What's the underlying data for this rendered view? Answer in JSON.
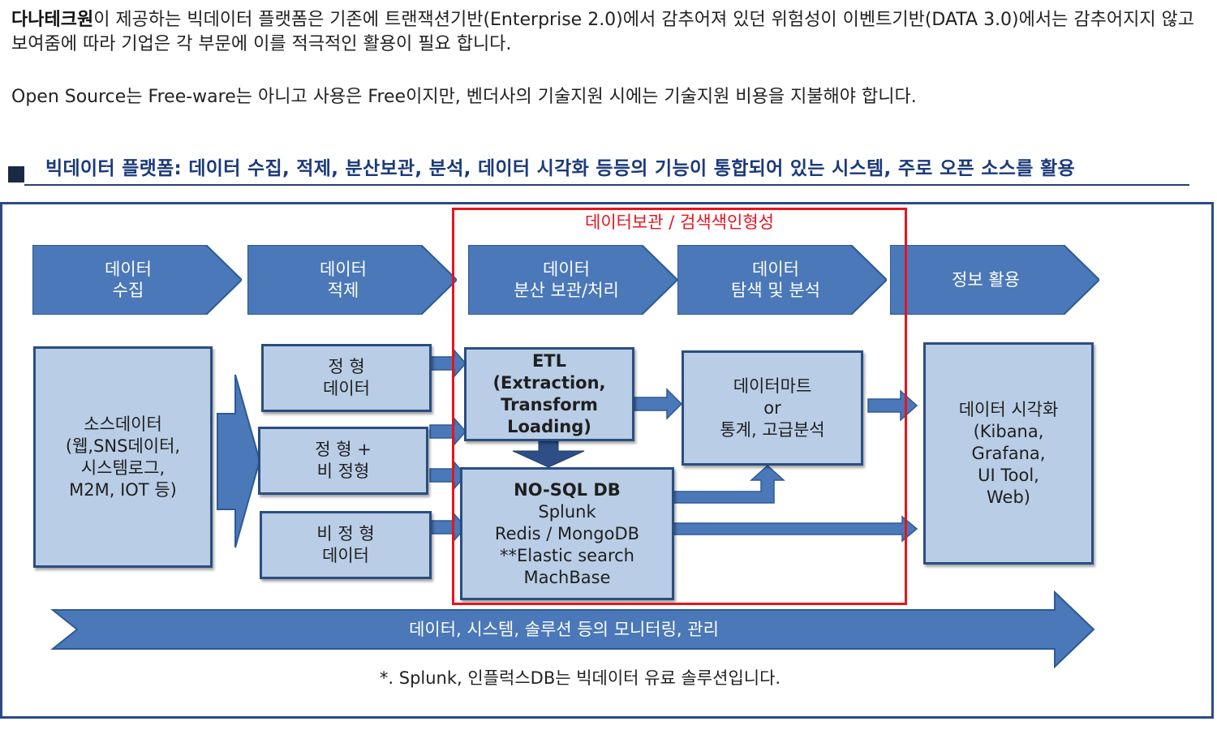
{
  "intro": {
    "company": "다나테크원",
    "text": "이 제공하는 빅데이터 플랫폼은 기존에 트랜잭션기반(Enterprise 2.0)에서 감추어져 있던 위험성이 이벤트기반(DATA 3.0)에서는 감추어지지 않고 보여줌에 따라 기업은 각 부문에 이를 적극적인 활용이 필요 합니다.",
    "opensource": "Open Source는 Free-ware는 아니고 사용은 Free이지만, 벤더사의 기술지원 시에는 기술지원 비용을 지불해야 합니다."
  },
  "heading": "빅데이터 플랫폼: 데이터 수집, 적제, 분산보관, 분석, 데이터 시각화 등등의 기능이 통합되어 있는 시스템,  주로 오픈 소스를 활용",
  "stages": [
    "데이터\n수집",
    "데이터\n적제",
    "데이터\n분산 보관/처리",
    "데이터\n탐색 및 분석",
    "정보 활용"
  ],
  "red_box_label": "데이터보관 / 검색색인형성",
  "boxes": {
    "source": "소스데이터\n(웹,SNS데이터,\n시스템로그,\nM2M, IOT 등)",
    "structured": "정 형\n데이터",
    "semi": "정 형 +\n비 정형",
    "unstructured": "비 정 형\n데이터",
    "etl": "ETL\n(Extraction,\nTransform\nLoading)",
    "datamart": "데이터마트\nor\n통계, 고급분석",
    "visual": "데이터 시각화\n(Kibana,\nGrafana,\nUI Tool,\nWeb)"
  },
  "nosql": {
    "title": "NO-SQL DB",
    "items": [
      "Splunk",
      "Redis / MongoDB",
      "**Elastic search",
      "MachBase"
    ]
  },
  "bottom_arrow_label": "데이터, 시스템, 솔루션 등의 모니터링, 관리",
  "footnote": "*. Splunk, 인플럭스DB는 빅데이터 유료 솔루션입니다.",
  "colors": {
    "stage_fill": "#4a78b8",
    "box_fill": "#b9cde6",
    "box_border": "#2a4e80",
    "red": "#e8141c",
    "heading": "#1b3a7a"
  }
}
